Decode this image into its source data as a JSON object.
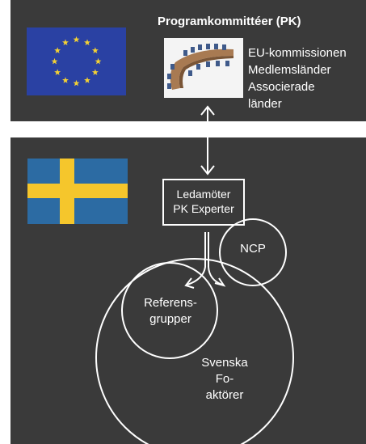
{
  "header": {
    "title": "Programkommittéer (PK)"
  },
  "pk": {
    "members": [
      "EU-kommissionen",
      "Medlemsländer",
      "Associerade",
      "länder"
    ]
  },
  "ledamoter": {
    "lines": [
      "Ledamöter",
      "PK Experter"
    ]
  },
  "circles": {
    "ncp": [
      "NCP"
    ],
    "referens": [
      "Referens-",
      "grupper"
    ],
    "svenska": [
      "Svenska",
      "Fo-",
      "aktörer"
    ]
  },
  "colors": {
    "panel": "#3a3a3a",
    "eu_blue": "#2a41a3",
    "eu_star": "#f4d233",
    "se_blue": "#2c6ba3",
    "se_yellow": "#f5c62c",
    "line": "#ffffff"
  }
}
